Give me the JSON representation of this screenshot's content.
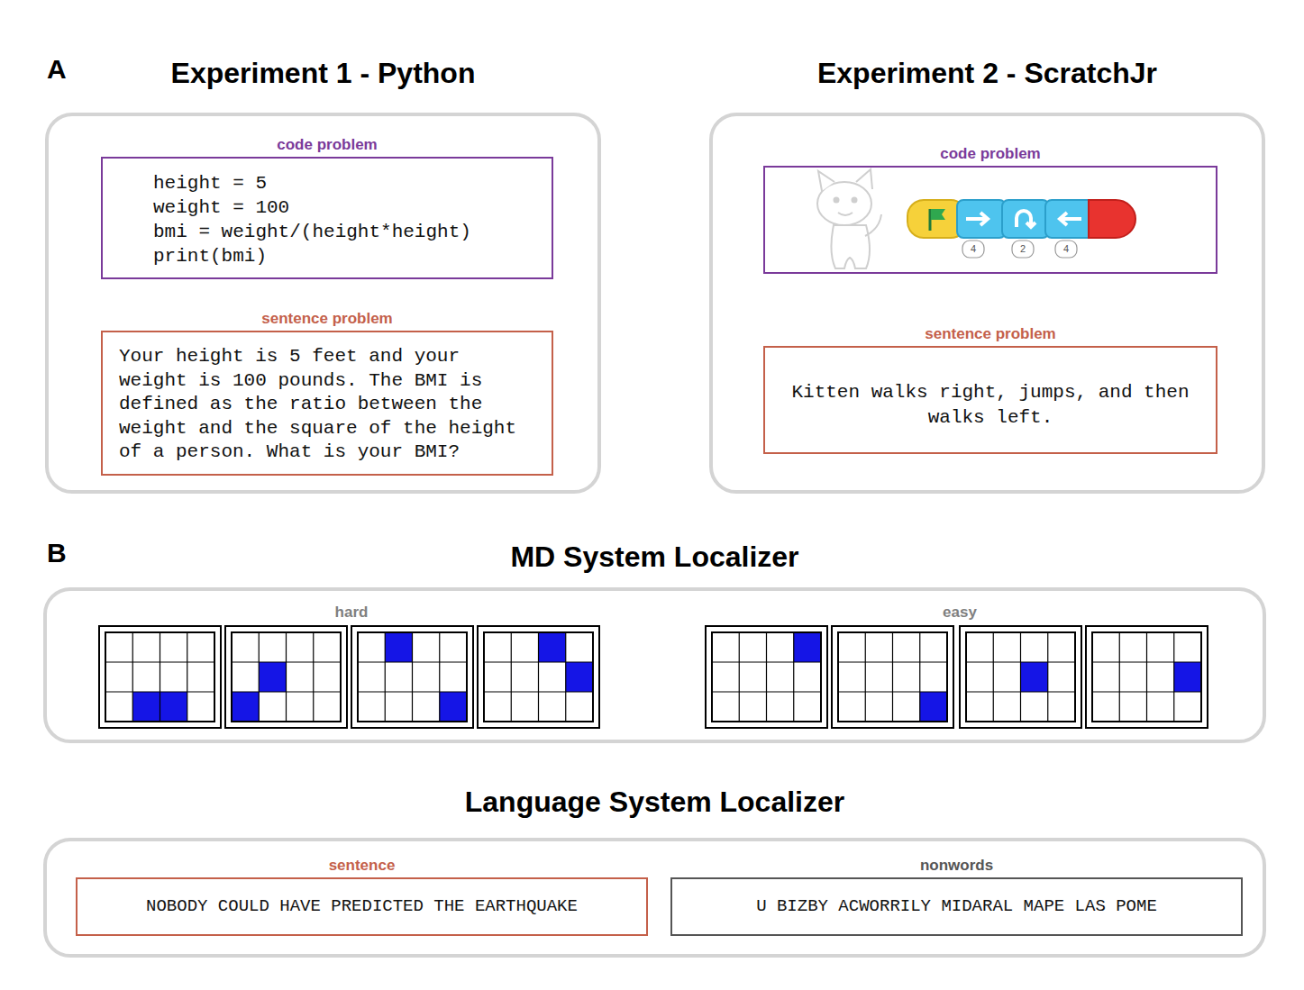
{
  "diagram": {
    "nodes": [
      {
        "text": [
          "Experiment 1 - Python"
        ]
      },
      {
        "text": [
          "code problem",
          "height = 5",
          "weight = 100",
          "bmi = weight/(height*height)",
          "print(bmi)"
        ],
        "in": 0
      },
      {
        "text": [
          "sentence problem",
          "Your height is 5 feet and your weight is 100 pounds. The BMI is defined as the ratio between the weight and the square of the height of a person. What is your BMI?"
        ],
        "in": 0
      },
      {
        "text": [
          "Experiment 2 - ScratchJr"
        ]
      },
      {
        "text": [
          "code problem"
        ],
        "in": 3
      },
      {
        "text": [
          "sentence problem",
          "Kitten walks right, jumps, and then walks left."
        ],
        "in": 3
      },
      {
        "text": [
          "MD System Localizer"
        ]
      },
      {
        "text": [
          "Language System Localizer"
        ]
      },
      {
        "text": [
          "sentence",
          "NOBODY COULD HAVE PREDICTED THE EARTHQUAKE"
        ],
        "in": 7
      },
      {
        "text": [
          "nonwords",
          "U BIZBY ACWORRILY MIDARAL MAPE LAS POME"
        ],
        "in": 7
      }
    ],
    "labels": [
      "A",
      "B",
      "hard",
      "easy",
      "4",
      "2",
      "4"
    ]
  }
}
